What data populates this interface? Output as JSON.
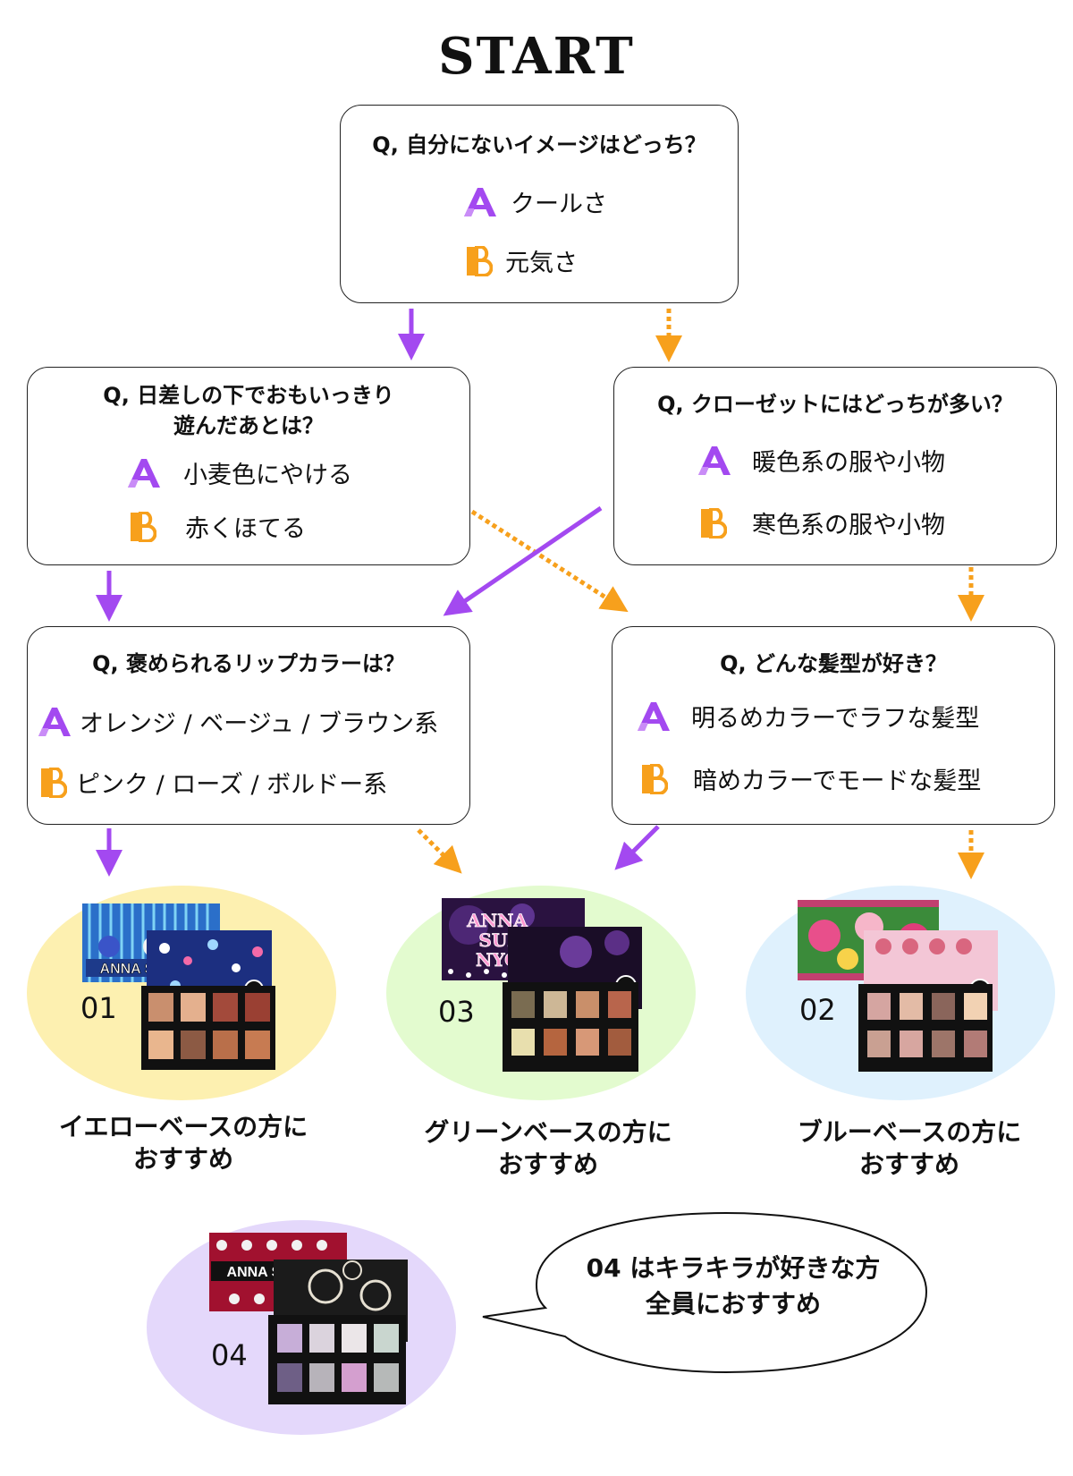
{
  "title": "START",
  "q1": {
    "question": "Q, 自分にないイメージはどっち？",
    "a": "クールさ",
    "b": "元気さ"
  },
  "q2": {
    "question_line1": "Q, 日差しの下でおもいっきり",
    "question_line2": "遊んだあとは？",
    "a": "小麦色にやける",
    "b": "赤くほてる"
  },
  "q3": {
    "question": "Q, クローゼットにはどっちが多い？",
    "a": "暖色系の服や小物",
    "b": "寒色系の服や小物"
  },
  "q4": {
    "question": "Q, 褒められるリップカラーは？",
    "a": "オレンジ / ベージュ / ブラウン系",
    "b": "ピンク / ローズ / ボルドー系"
  },
  "q5": {
    "question": "Q, どんな髪型が好き？",
    "a": "明るめカラーでラフな髪型",
    "b": "暗めカラーでモードな髪型"
  },
  "results": [
    {
      "number": "01",
      "line1": "イエローベースの方に",
      "line2": "おすすめ",
      "bg": "#fdf0b0"
    },
    {
      "number": "03",
      "line1": "グリーンベースの方に",
      "line2": "おすすめ",
      "bg": "#e3fbcf"
    },
    {
      "number": "02",
      "line1": "ブルーベースの方に",
      "line2": "おすすめ",
      "bg": "#dff1fd"
    }
  ],
  "extra": {
    "number": "04",
    "bg": "#e4d8fb",
    "bubble_line1": "04 はキラキラが好きな方",
    "bubble_line2": "全員におすすめ"
  },
  "logos": {
    "p01": "ANNA SUI NYC",
    "p03_1": "ANNA",
    "p03_2": "SUI",
    "p03_3": "NYC",
    "p04": "ANNA SUI NYC"
  },
  "colors": {
    "a_arrow": "#a349f0",
    "b_arrow": "#f7a01c"
  },
  "icons": {
    "a": "letter-a-icon",
    "b": "letter-b-icon"
  }
}
